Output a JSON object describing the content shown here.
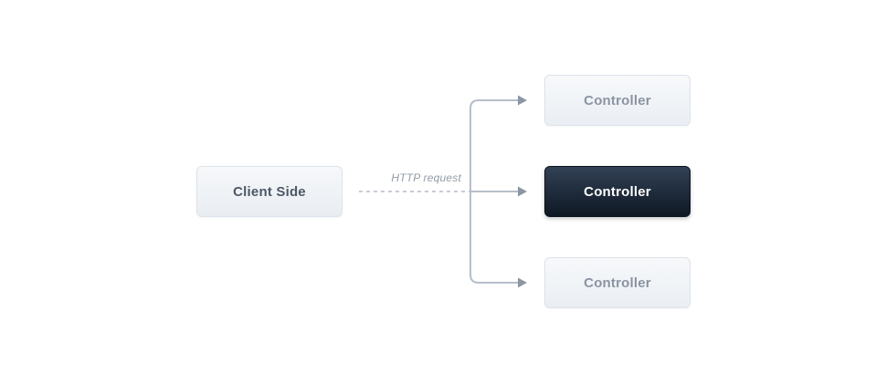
{
  "diagram": {
    "title": "client to controllers routing diagram",
    "client": {
      "label": "Client Side"
    },
    "connection": {
      "label": "HTTP request",
      "style": "dashed-then-solid-arrow"
    },
    "controllers": [
      {
        "label": "Controller",
        "variant": "light",
        "highlighted": false
      },
      {
        "label": "Controller",
        "variant": "dark",
        "highlighted": true
      },
      {
        "label": "Controller",
        "variant": "light",
        "highlighted": false
      }
    ],
    "colors": {
      "background": "#ffffff",
      "light_box_top": "#f7f9fb",
      "light_box_bottom": "#eaeef3",
      "light_box_border": "#dde3eb",
      "light_box_text": "#8a94a2",
      "client_text": "#4d5866",
      "dark_box_top": "#324155",
      "dark_box_bottom": "#0e1824",
      "dark_box_text": "#ffffff",
      "connector_line": "#b6bec8",
      "connector_dash": "#c7cdd5",
      "arrowhead": "#8d97a3",
      "edge_label_text": "#939ca7"
    }
  }
}
